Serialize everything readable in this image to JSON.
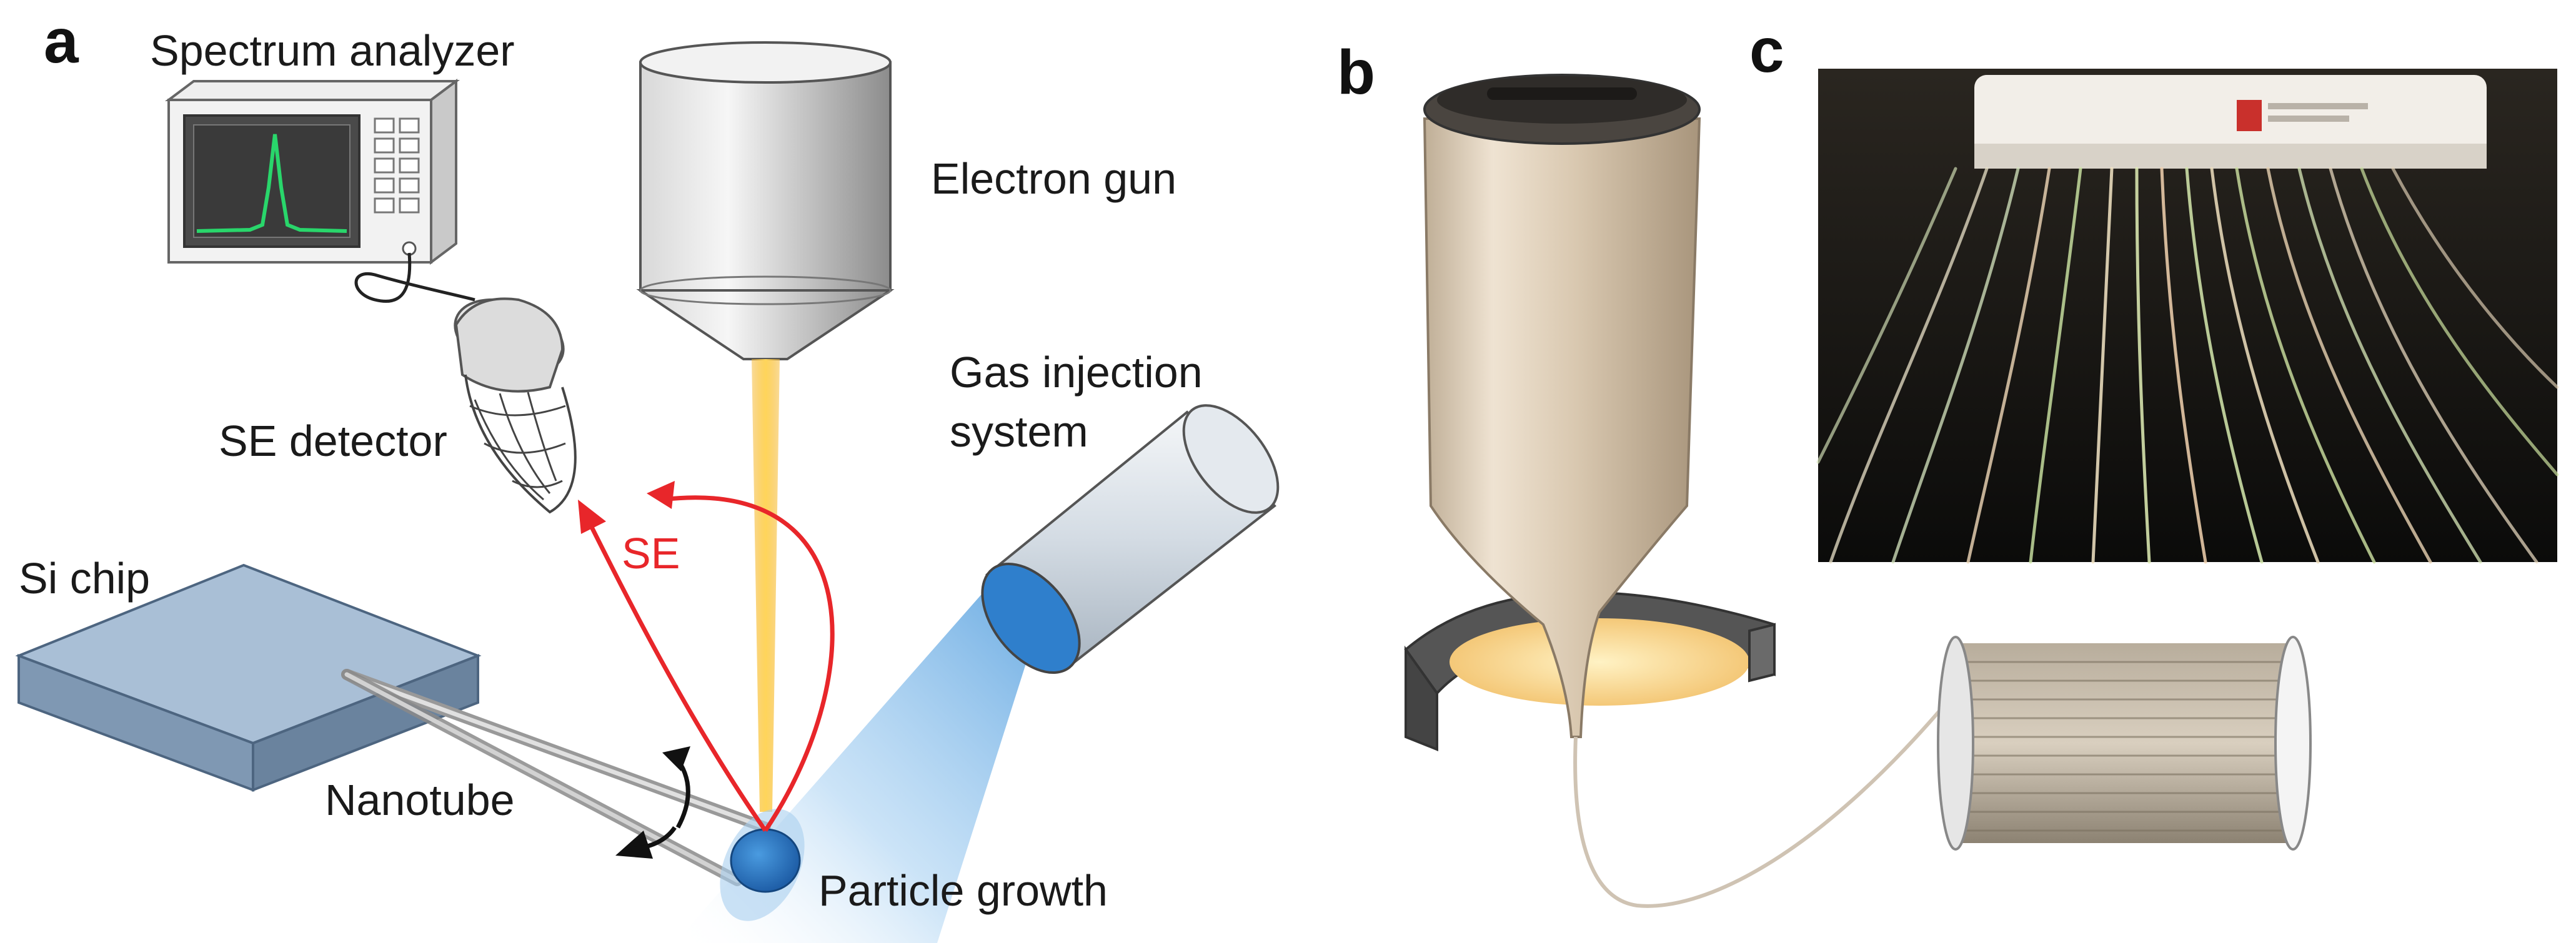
{
  "panels": {
    "a": "a",
    "b": "b",
    "c": "c"
  },
  "labels": {
    "spectrum_analyzer": "Spectrum analyzer",
    "electron_gun": "Electron gun",
    "gas_injection_line1": "Gas injection",
    "gas_injection_line2": "system",
    "se_detector": "SE detector",
    "se": "SE",
    "si_chip": "Si chip",
    "nanotube": "Nanotube",
    "particle_growth": "Particle growth"
  },
  "colors": {
    "electron_beam": "#f5b731",
    "se_path": "#e8262a",
    "gas_cone": "#3a8fd8",
    "spectrum_trace": "#29d66b",
    "chip": "#8fa9c4",
    "particle": "#1f5fa8",
    "preform": "#d9c8b0"
  }
}
